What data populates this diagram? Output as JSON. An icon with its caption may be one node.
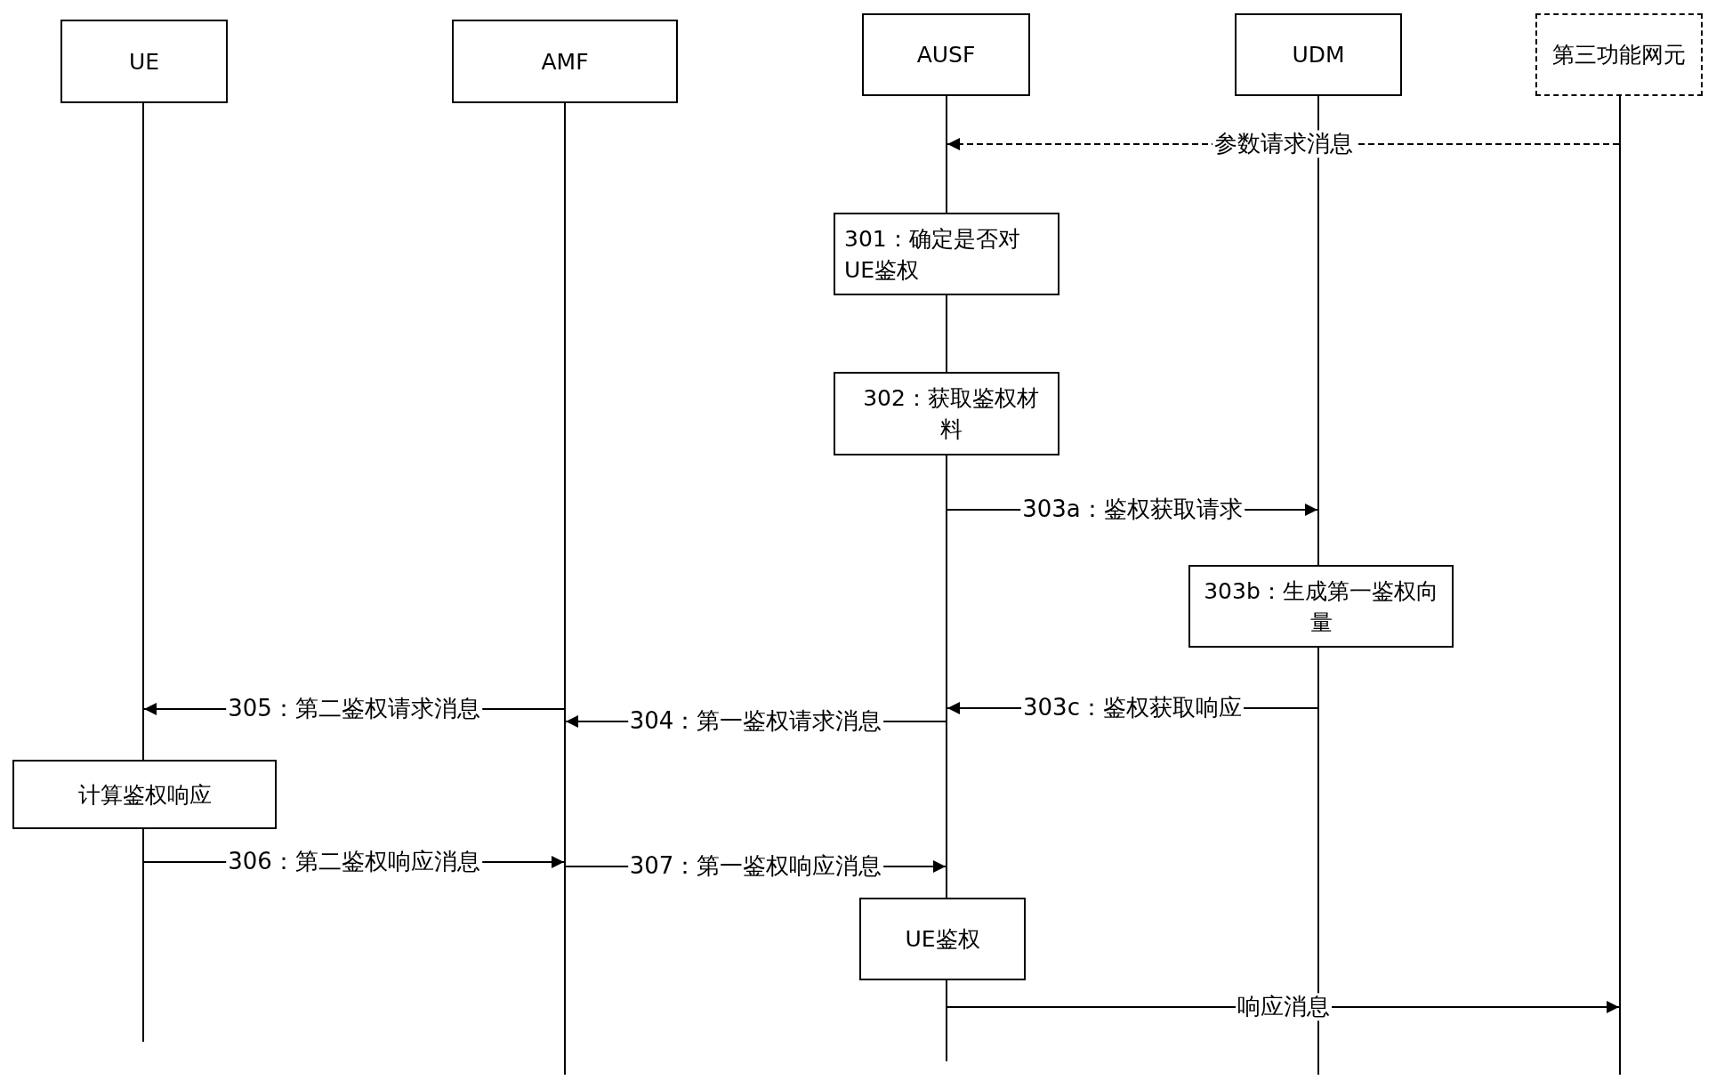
{
  "diagram": {
    "nodes": [
      {
        "text": [
          "UE"
        ]
      },
      {
        "text": [
          "AMF"
        ]
      },
      {
        "text": [
          "AUSF"
        ]
      },
      {
        "text": [
          "UDM"
        ]
      },
      {
        "text": [
          "第三功能网元"
        ]
      },
      {
        "text": [],
        "shape": "line"
      },
      {
        "text": [],
        "shape": "line"
      },
      {
        "text": [],
        "shape": "line"
      },
      {
        "text": [],
        "shape": "line"
      },
      {
        "text": [],
        "shape": "line"
      },
      {
        "text": [
          "301：确定是否对UE鉴权"
        ]
      },
      {
        "text": [
          "302：获取鉴权材料"
        ]
      },
      {
        "text": [
          "303b：生成第一鉴权向量"
        ]
      },
      {
        "text": [
          "计算鉴权响应"
        ]
      },
      {
        "text": [
          "UE鉴权"
        ]
      }
    ],
    "edges": [
      {
        "from": 9,
        "to": 7,
        "arrow": "to",
        "label": "参数请求消息",
        "style": "dashed"
      },
      {
        "from": 7,
        "to": 8,
        "arrow": "to",
        "label": "303a：鉴权获取请求"
      },
      {
        "from": 8,
        "to": 7,
        "arrow": "to",
        "label": "303c：鉴权获取响应"
      },
      {
        "from": 7,
        "to": 6,
        "arrow": "to",
        "label": "304：第一鉴权请求消息"
      },
      {
        "from": 6,
        "to": 5,
        "arrow": "to",
        "label": "305：第二鉴权请求消息"
      },
      {
        "from": 5,
        "to": 6,
        "arrow": "to",
        "label": "306：第二鉴权响应消息"
      },
      {
        "from": 6,
        "to": 7,
        "arrow": "to",
        "label": "307：第一鉴权响应消息"
      },
      {
        "from": 7,
        "to": 9,
        "arrow": "to",
        "label": "响应消息"
      }
    ]
  }
}
